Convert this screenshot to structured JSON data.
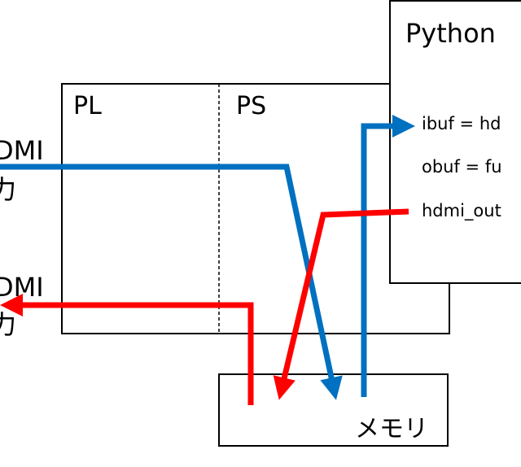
{
  "labels": {
    "hdmi_in_top": "DMI",
    "hdmi_in_bottom": "力",
    "hdmi_out_top": "DMI",
    "hdmi_out_bottom": "力",
    "pl": "PL",
    "ps": "PS",
    "python": "Python",
    "code_lines": [
      "ibuf = hd",
      "obuf = fu",
      "hdmi_out"
    ],
    "memory": "メモリ"
  },
  "colors": {
    "blue": "#0070c0",
    "red": "#ff0000"
  }
}
